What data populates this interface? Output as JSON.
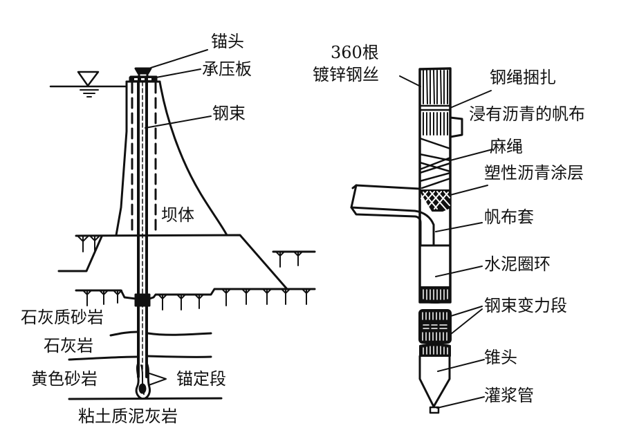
{
  "colors": {
    "ink": "#111111",
    "background": "#ffffff"
  },
  "left_figure": {
    "labels": {
      "anchor_head": "锚头",
      "bearing_plate": "承压板",
      "steel_tendon": "钢束",
      "dam_body": "坝体",
      "calcareous_sandstone": "石灰质砂岩",
      "limestone": "石灰岩",
      "yellow_sandstone": "黄色砂岩",
      "anchorage_section": "锚定段",
      "clayey_marl": "粘土质泥灰岩"
    },
    "icons": {
      "water_level": "water-level-triangle-icon"
    }
  },
  "right_figure": {
    "labels": {
      "wire_count": "360根",
      "galvanized_wire": "镀锌钢丝",
      "wire_rope_binding": "钢绳捆扎",
      "asphalt_canvas": "浸有沥青的帆布",
      "hemp_rope": "麻绳",
      "plastic_asphalt_coating": "塑性沥青涂层",
      "canvas_sleeve": "帆布套",
      "cement_ring": "水泥圈环",
      "tendon_transition": "钢束变力段",
      "cone_head": "锥头",
      "grout_pipe": "灌浆管"
    }
  }
}
